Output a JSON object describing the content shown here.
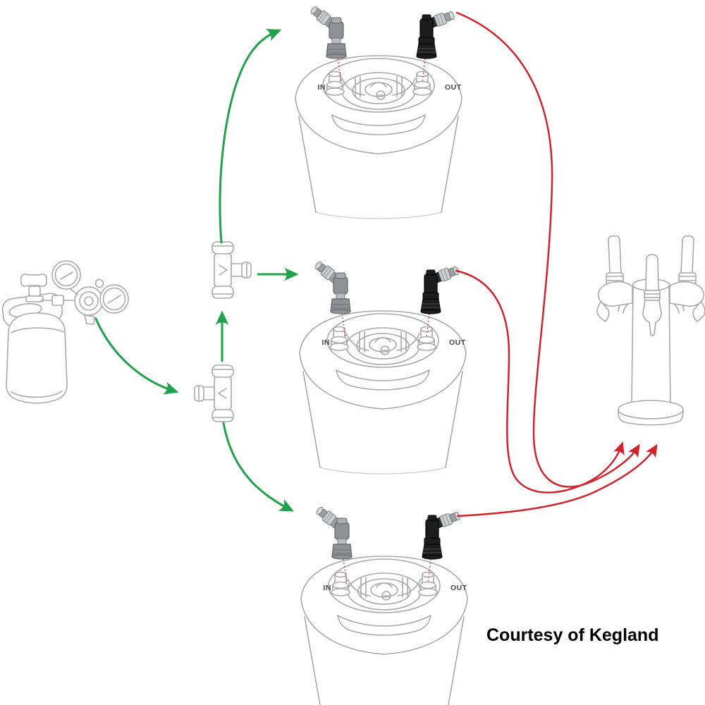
{
  "credit": {
    "text": "Courtesy of Kegland"
  },
  "colors": {
    "background": "#ffffff",
    "line_art": "#a9a9a9",
    "gas_line_green": "#1fa24a",
    "beer_line_red": "#d3222c",
    "gas_disconnect_gray": "#8e9296",
    "liquid_disconnect_black": "#1d1d1d",
    "port_label": "#474747"
  },
  "kegs": [
    {
      "position": "top",
      "in_label": "IN",
      "out_label": "OUT"
    },
    {
      "position": "middle",
      "in_label": "IN",
      "out_label": "OUT"
    },
    {
      "position": "bottom",
      "in_label": "IN",
      "out_label": "OUT"
    }
  ]
}
